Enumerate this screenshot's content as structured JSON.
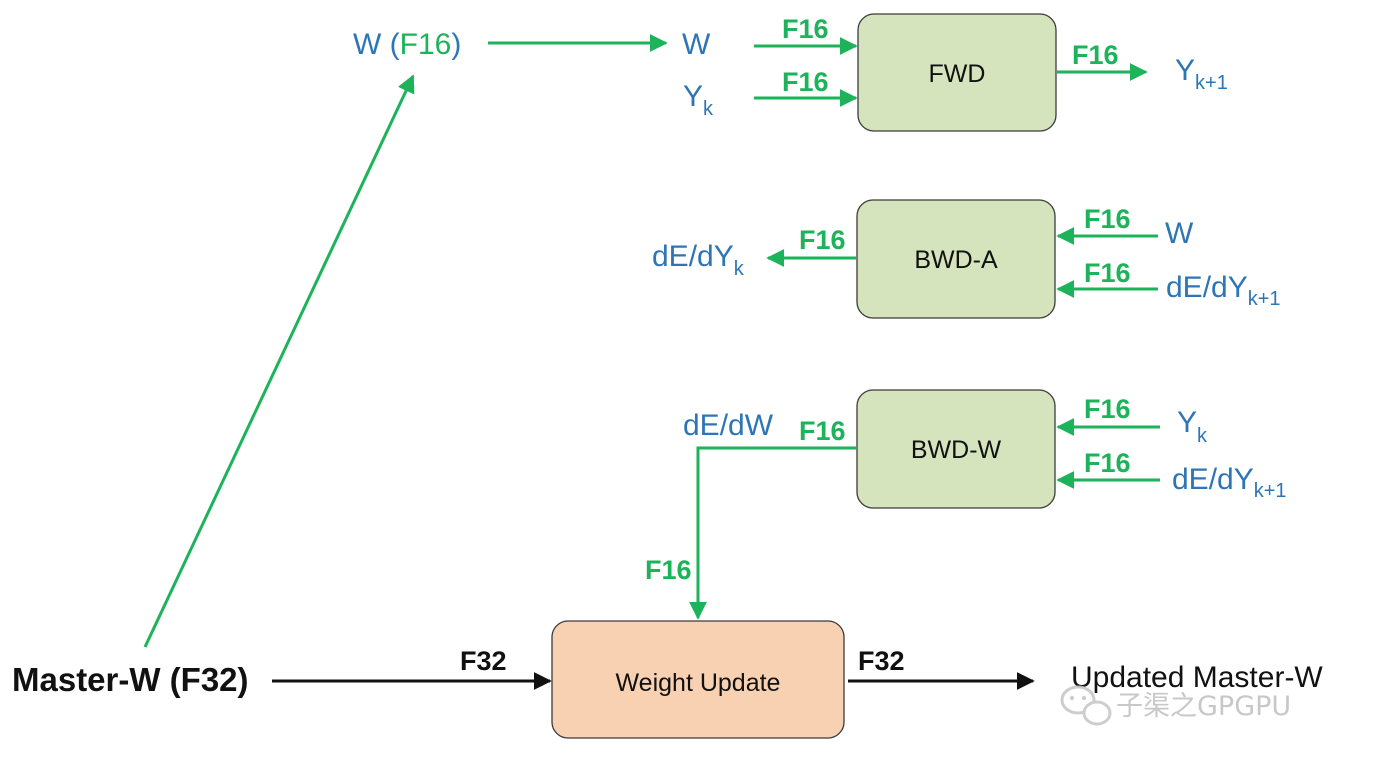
{
  "nodes": {
    "fwd": "FWD",
    "bwd_a": "BWD-A",
    "bwd_w": "BWD-W",
    "weight_update": "Weight Update"
  },
  "labels": {
    "w_f16_prefix": "W (",
    "w_f16_mid": "F16",
    "w_f16_suffix": ")",
    "fwd_in_w": "W",
    "fwd_in_y": "Y",
    "fwd_in_y_sub": "k",
    "fwd_out_y": "Y",
    "fwd_out_y_sub": "k+1",
    "bwda_out": "dE/dY",
    "bwda_out_sub": "k",
    "bwda_in_w": "W",
    "bwda_in_de": "dE/dY",
    "bwda_in_de_sub": "k+1",
    "bwdw_out": "dE/dW",
    "bwdw_in_y": "Y",
    "bwdw_in_y_sub": "k",
    "bwdw_in_de": "dE/dY",
    "bwdw_in_de_sub": "k+1",
    "master": "Master-W (F32)",
    "updated": "Updated Master-W"
  },
  "precision": {
    "f16": "F16",
    "f32": "F32"
  },
  "watermark": "子渠之GPGPU",
  "colors": {
    "arrow_green": "#1db35a",
    "text_blue": "#2e75b6",
    "box_green": "#d5e4bd",
    "box_orange": "#f8d1b3",
    "arrow_black": "#111111"
  },
  "icons": {
    "watermark": "wechat-icon"
  }
}
